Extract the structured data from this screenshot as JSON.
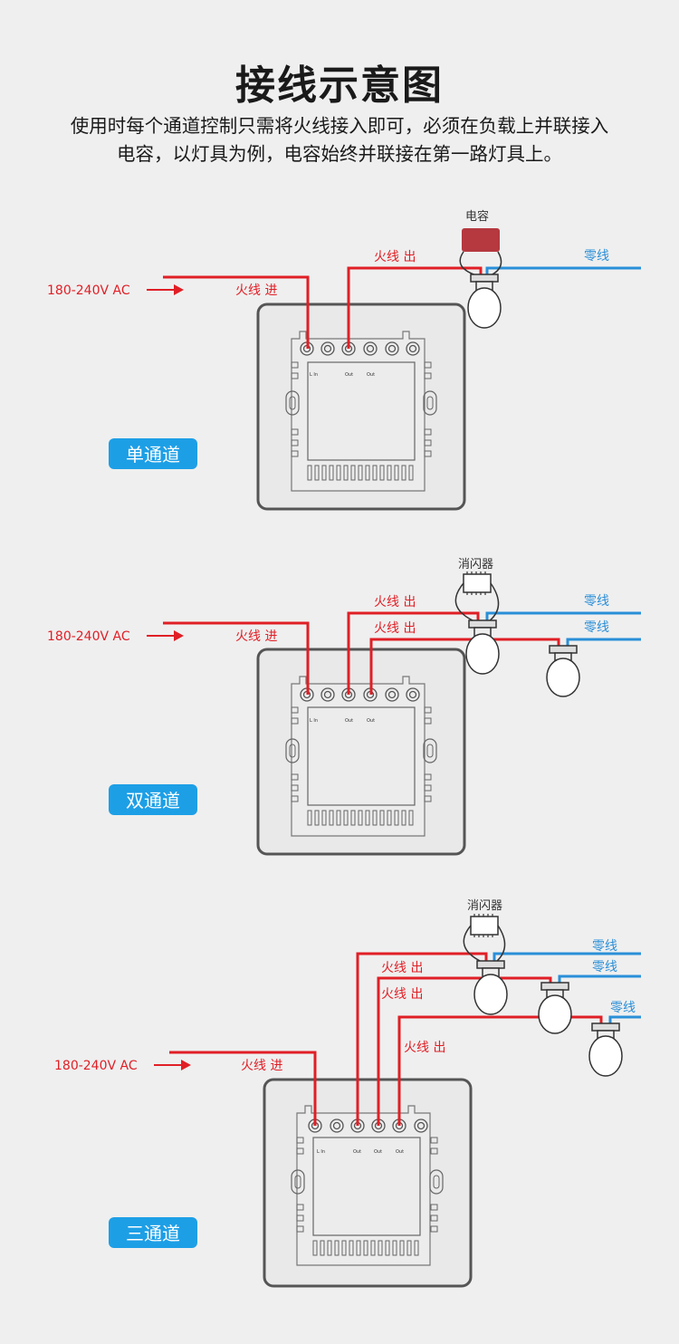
{
  "header": {
    "title": "接线示意图",
    "description_line1": "使用时每个通道控制只需将火线接入即可，必须在负载上并联接入",
    "description_line2": "电容，以灯具为例，电容始终并联接在第一路灯具上。"
  },
  "colors": {
    "live": "#e01f26",
    "neutral": "#2a8fd8",
    "badge": "#1d9fe6",
    "capacitor": "#b5393f"
  },
  "terminal_labels": {
    "in": "L In",
    "out": "Out"
  },
  "diagrams": [
    {
      "badge": "单通道",
      "power_label": "180-240V AC",
      "live_in_label": "火线 进",
      "live_out_labels": [
        "火线 出"
      ],
      "component_label": "电容",
      "neutral_labels": [
        "零线"
      ]
    },
    {
      "badge": "双通道",
      "power_label": "180-240V AC",
      "live_in_label": "火线 进",
      "live_out_labels": [
        "火线 出",
        "火线 出"
      ],
      "component_label": "消闪器",
      "neutral_labels": [
        "零线",
        "零线"
      ]
    },
    {
      "badge": "三通道",
      "power_label": "180-240V AC",
      "live_in_label": "火线 进",
      "live_out_labels": [
        "火线 出",
        "火线 出",
        "火线 出"
      ],
      "component_label": "消闪器",
      "neutral_labels": [
        "零线",
        "零线",
        "零线"
      ]
    }
  ]
}
